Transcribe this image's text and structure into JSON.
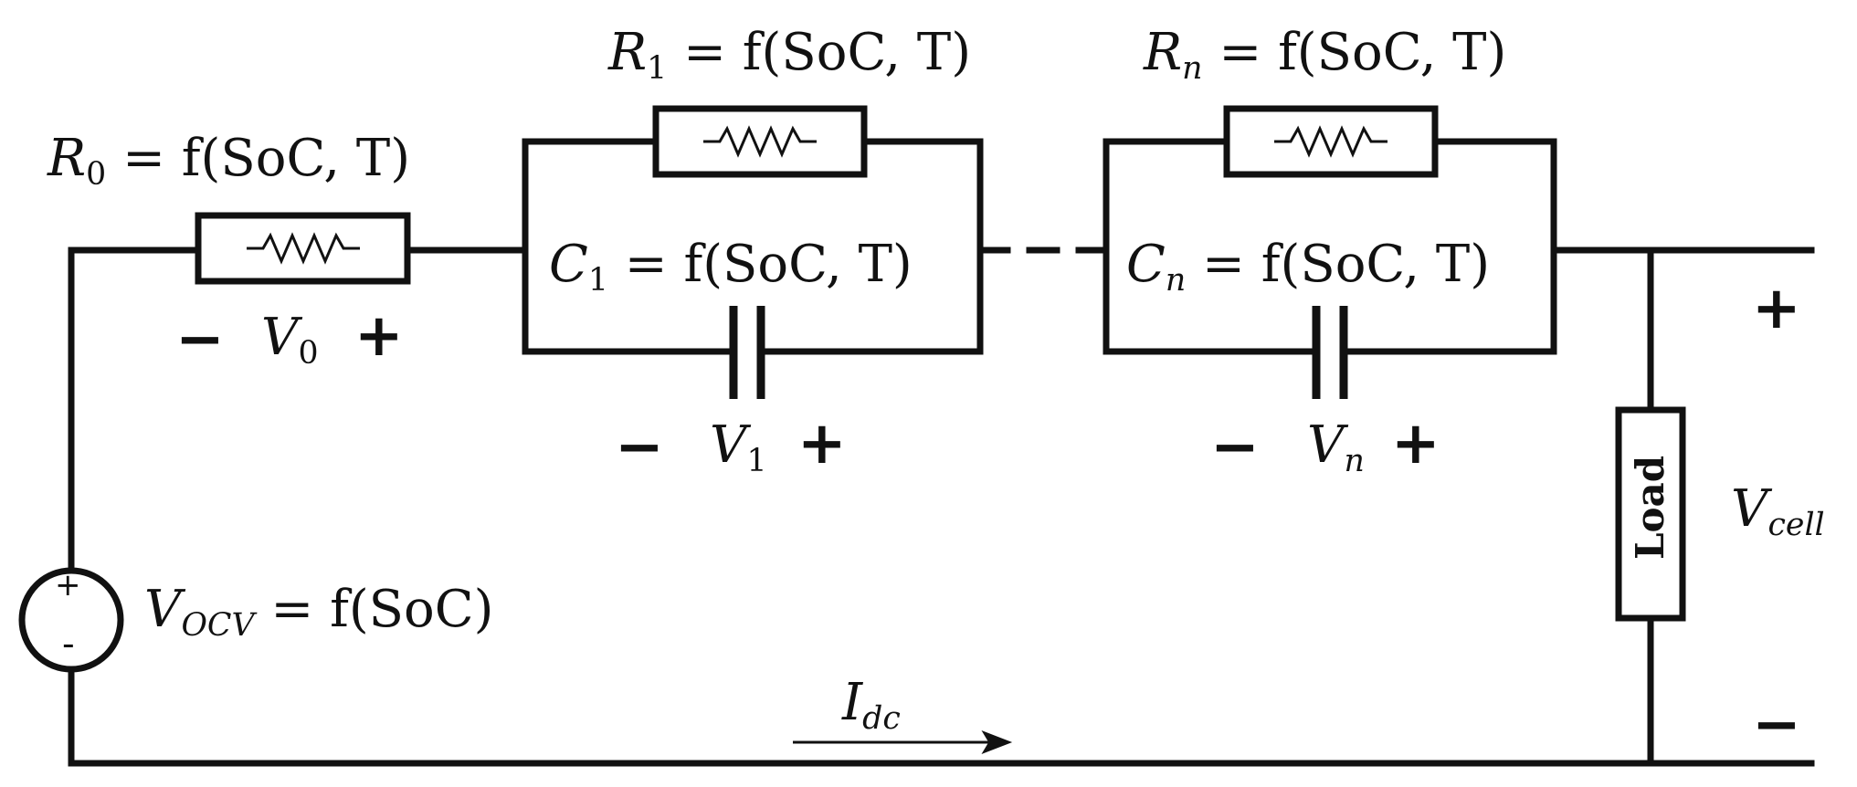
{
  "labels": {
    "r0": {
      "sym": "R",
      "sub": "0",
      "expr": " = f(SoC, T)"
    },
    "r1": {
      "sym": "R",
      "sub": "1",
      "expr": " = f(SoC, T)"
    },
    "rn": {
      "sym": "R",
      "sub": "n",
      "expr": " = f(SoC, T)"
    },
    "c1": {
      "sym": "C",
      "sub": "1",
      "expr": " = f(SoC, T)"
    },
    "cn": {
      "sym": "C",
      "sub": "n",
      "expr": " = f(SoC, T)"
    },
    "vocv": {
      "sym": "V",
      "sub": "OCV",
      "expr": " = f(SoC)"
    },
    "v0": {
      "sym": "V",
      "sub": "0"
    },
    "v1": {
      "sym": "V",
      "sub": "1"
    },
    "vn": {
      "sym": "V",
      "sub": "n"
    },
    "vcell": {
      "sym": "V",
      "sub": "cell"
    },
    "idc": {
      "sym": "I",
      "sub": "dc"
    },
    "load": "Load"
  },
  "signs": {
    "minus": "−",
    "plus": "+",
    "source_plus": "+",
    "source_minus": "-"
  }
}
